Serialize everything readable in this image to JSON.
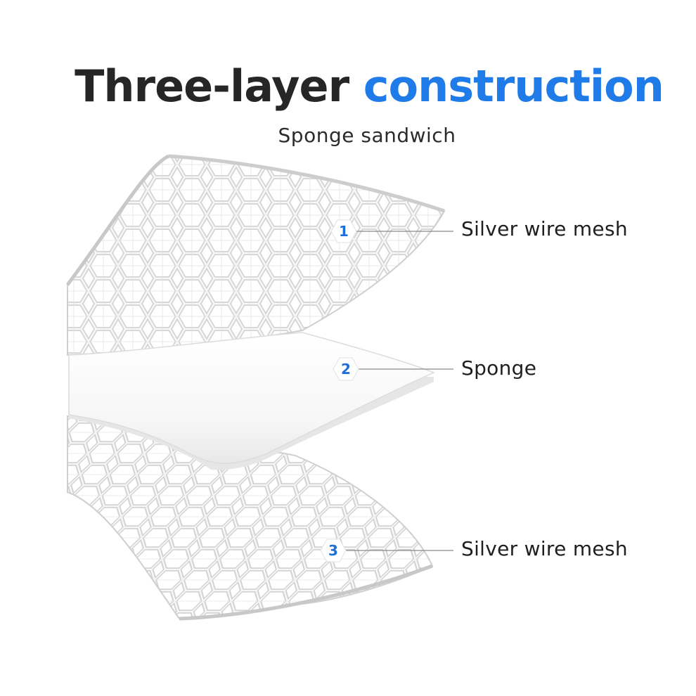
{
  "title": {
    "part1": "Three-layer",
    "part2": "construction"
  },
  "subtitle": "Sponge sandwich",
  "layers": [
    {
      "number": "1",
      "label": "Silver wire mesh"
    },
    {
      "number": "2",
      "label": "Sponge"
    },
    {
      "number": "3",
      "label": "Silver wire mesh"
    }
  ],
  "colors": {
    "title": "#262626",
    "accent": "#1f7be8",
    "badge_number": "#1f6fd8",
    "mesh": "#d9d9d9"
  }
}
